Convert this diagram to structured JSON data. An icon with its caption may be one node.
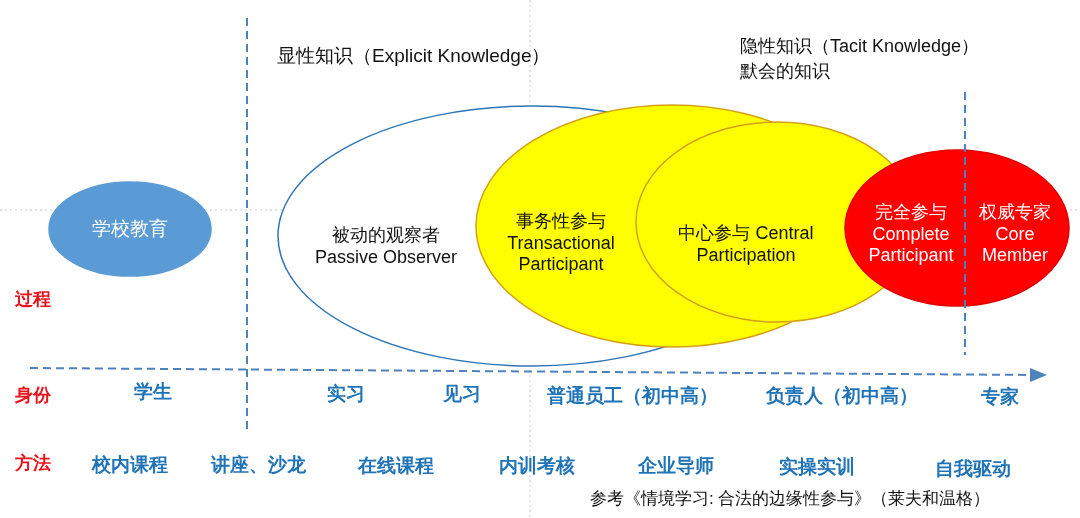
{
  "diagram": {
    "nodes": [
      {
        "text": [
          "学校教育"
        ]
      },
      {
        "text": [
          "被动的观察者 Passive Observer"
        ]
      },
      {
        "text": [
          "事务性参与 Transactional Participant"
        ]
      },
      {
        "text": [
          "中心参与 Central Participation"
        ]
      },
      {
        "text": [
          "完全参与 Complete Participant",
          "权威专家 Core Member"
        ]
      }
    ],
    "labels": [
      "显性知识（Explicit Knowledge）",
      "隐性知识（Tacit Knowledge）",
      "默会的知识",
      "过程",
      "身份",
      "学生",
      "实习",
      "见习",
      "普通员工（初中高）",
      "负责人（初中高）",
      "专家",
      "方法",
      "校内课程",
      "讲座、沙龙",
      "在线课程",
      "内训考核",
      "企业导师",
      "实操实训",
      "自我驱动",
      "参考《情境学习: 合法的边缘性参与》（莱夫和温格）"
    ]
  }
}
